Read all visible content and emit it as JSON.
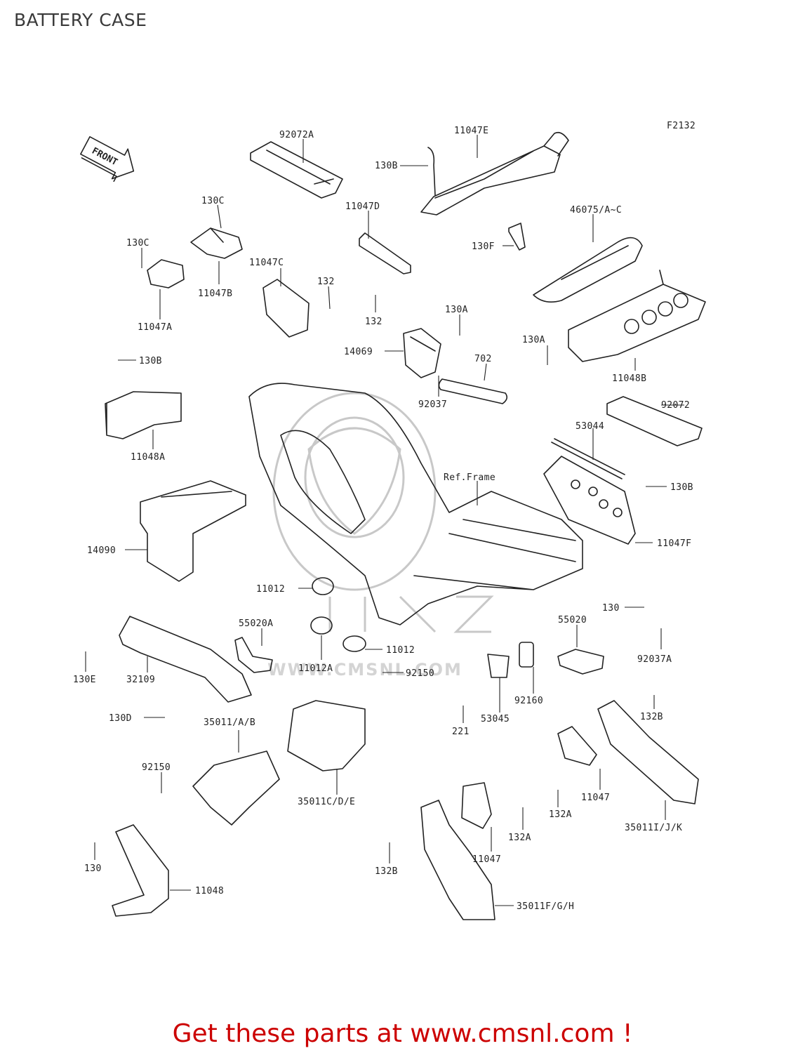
{
  "page": {
    "title": "BATTERY CASE",
    "figure_code": "F2132",
    "front_marker": "FRONT",
    "ref_frame": "Ref.Frame",
    "cta_text": "Get these parts at www.cmsnl.com !",
    "cta_color": "#cc0000",
    "watermark_url": "WWW.CMSNL.COM"
  },
  "callouts": [
    "92072A",
    "11047E",
    "130B",
    "46075/A~C",
    "130C",
    "130C",
    "11047D",
    "11047B",
    "11047A",
    "11047C",
    "132",
    "132",
    "130F",
    "130A",
    "14069",
    "702",
    "130A",
    "11048B",
    "92037",
    "130B",
    "11048A",
    "92072",
    "53044",
    "130B",
    "14090",
    "11047F",
    "11012",
    "130",
    "92037A",
    "55020A",
    "55020",
    "11012A",
    "11012",
    "92150",
    "130E",
    "32109",
    "92160",
    "53045",
    "221",
    "130D",
    "35011/A/B",
    "132B",
    "35011C/D/E",
    "92150",
    "11047",
    "132A",
    "35011I/J/K",
    "132A",
    "11047",
    "132B",
    "130",
    "11048",
    "35011F/G/H"
  ]
}
